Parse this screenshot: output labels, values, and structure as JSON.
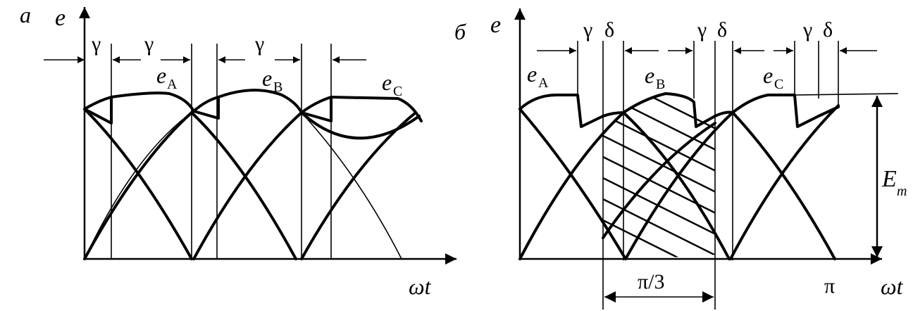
{
  "panel_a": {
    "label": "а",
    "y_axis": "e",
    "x_axis": "ωt",
    "gamma": [
      "γ",
      "γ",
      "γ"
    ],
    "phases": [
      {
        "letter": "e",
        "sub": "A"
      },
      {
        "letter": "e",
        "sub": "B"
      },
      {
        "letter": "e",
        "sub": "C"
      }
    ]
  },
  "panel_b": {
    "label": "б",
    "y_axis": "e",
    "x_axis": "ωt",
    "gamma": [
      "γ",
      "γ",
      "γ"
    ],
    "delta": [
      "δ",
      "δ",
      "δ"
    ],
    "phases": [
      {
        "letter": "e",
        "sub": "A"
      },
      {
        "letter": "e",
        "sub": "B"
      },
      {
        "letter": "e",
        "sub": "C"
      }
    ],
    "amplitude": {
      "letter": "E",
      "sub": "m"
    },
    "interval": "π/3",
    "pi_tick": "π"
  }
}
